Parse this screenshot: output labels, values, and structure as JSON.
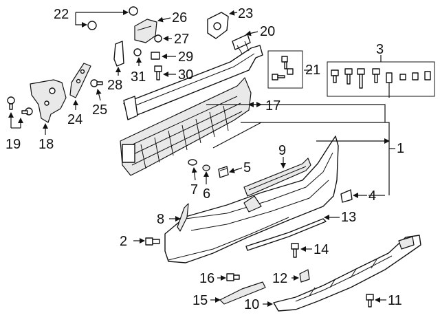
{
  "diagram": {
    "callouts": {
      "c1": "1",
      "c2": "2",
      "c3": "3",
      "c4": "4",
      "c5": "5",
      "c6": "6",
      "c7": "7",
      "c8": "8",
      "c9": "9",
      "c10": "10",
      "c11": "11",
      "c12": "12",
      "c13": "13",
      "c14": "14",
      "c15": "15",
      "c16": "16",
      "c17": "17",
      "c18": "18",
      "c19": "19",
      "c20": "20",
      "c21": "21",
      "c22": "22",
      "c23": "23",
      "c24": "24",
      "c25": "25",
      "c26": "26",
      "c27": "27",
      "c28": "28",
      "c29": "29",
      "c30": "30",
      "c31": "31"
    }
  }
}
